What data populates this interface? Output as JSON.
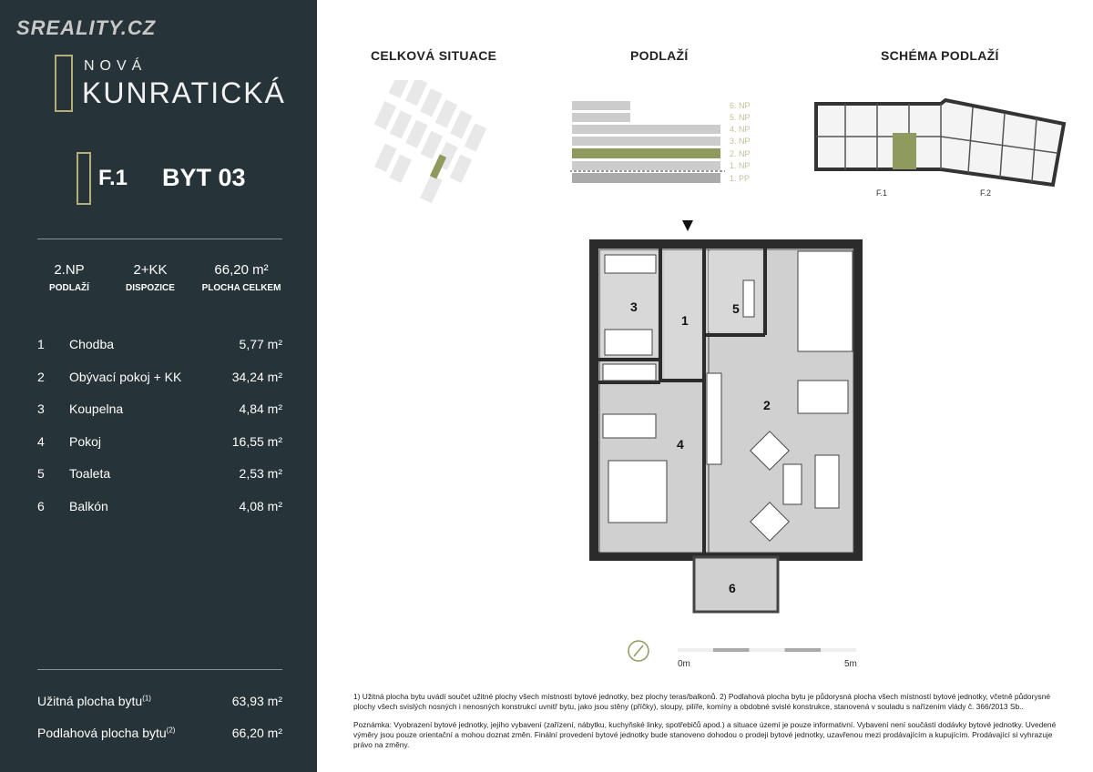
{
  "watermark": "SREALITY.CZ",
  "brand": {
    "line1": "NOVÁ",
    "line2": "KUNRATICKÁ"
  },
  "building": "F.1",
  "unit": "BYT 03",
  "stats": [
    {
      "value": "2.NP",
      "label": "PODLAŽÍ"
    },
    {
      "value": "2+KK",
      "label": "DISPOZICE"
    },
    {
      "value": "66,20 m²",
      "label": "PLOCHA CELKEM"
    }
  ],
  "rooms": [
    {
      "no": "1",
      "name": "Chodba",
      "area": "5,77 m²"
    },
    {
      "no": "2",
      "name": "Obývací pokoj + KK",
      "area": "34,24 m²"
    },
    {
      "no": "3",
      "name": "Koupelna",
      "area": "4,84 m²"
    },
    {
      "no": "4",
      "name": "Pokoj",
      "area": "16,55 m²"
    },
    {
      "no": "5",
      "name": "Toaleta",
      "area": "2,53 m²"
    },
    {
      "no": "6",
      "name": "Balkón",
      "area": "4,08 m²"
    }
  ],
  "totals": {
    "usable_label": "Užitná plocha bytu",
    "usable_sup": "(1)",
    "usable": "63,93 m²",
    "floor_label": "Podlahová plocha bytu",
    "floor_sup": "(2)",
    "floor": "66,20 m²"
  },
  "headings": {
    "site": "CELKOVÁ SITUACE",
    "floor": "PODLAŽÍ",
    "schema": "SCHÉMA PODLAŽÍ"
  },
  "floors": [
    "6. NP",
    "5. NP",
    "4. NP",
    "3. NP",
    "2. NP",
    "1. NP",
    "1. PP"
  ],
  "schema_labels": [
    "F.1",
    "F.2"
  ],
  "scale": {
    "start": "0m",
    "end": "5m"
  },
  "notes": {
    "n1": "1) Užitná plocha bytu uvádí součet užitné plochy všech místností bytové jednotky, bez plochy teras/balkonů. 2) Podlahová plocha bytu je půdorysná plocha všech místností bytové jednotky, včetně půdorysné plochy všech svislých nosných i nenosných konstrukcí uvnitř bytu, jako jsou stěny (příčky), sloupy, pilíře, komíny a obdobné svislé konstrukce, stanovená v souladu s nařízením vlády č. 366/2013 Sb..",
    "n2": "Poznámka: Vyobrazení bytové jednotky, jejího vybavení (zařízení, nábytku, kuchyňské linky, spotřebičů apod.) a situace území je pouze informativní. Vybavení není součástí dodávky bytové jednotky. Uvedené výměry jsou pouze orientační a mohou doznat změn. Finální provedení bytové jednotky bude stanoveno dohodou o prodeji bytové jednotky, uzavřenou mezi prodávajícím a kupujícím. Prodávající si vyhrazuje právo na změny."
  },
  "colors": {
    "panel": "#263338",
    "accent": "#8e9a5e",
    "gold": "#b5ae7a"
  }
}
